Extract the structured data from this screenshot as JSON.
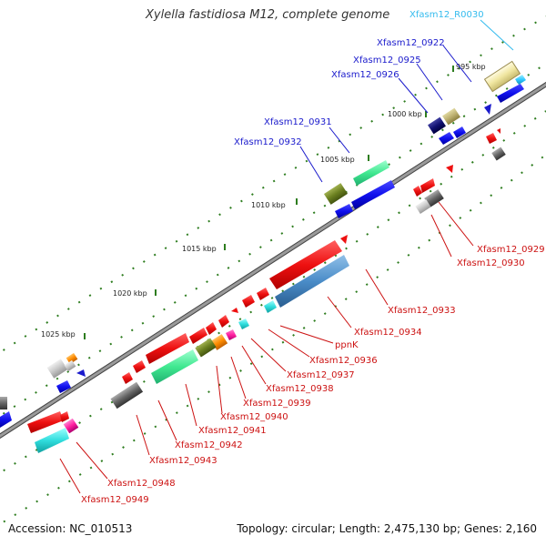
{
  "title": "Xylella fastidiosa M12, complete genome",
  "footer": {
    "accession": "Accession: NC_010513",
    "summary": "Topology: circular; Length: 2,475,130 bp; Genes: 2,160"
  },
  "colors": {
    "backbone": "#8a8a8a",
    "tick": "#2e7d1f",
    "forward_label": "#1a1acc",
    "reverse_label": "#cc1111",
    "rna_label": "#33bbee"
  },
  "scale_ticks": [
    {
      "label": "995 kbp"
    },
    {
      "label": "1000 kbp"
    },
    {
      "label": "1005 kbp"
    },
    {
      "label": "1010 kbp"
    },
    {
      "label": "1015 kbp"
    },
    {
      "label": "1020 kbp"
    },
    {
      "label": "1025 kbp"
    }
  ],
  "gene_labels": {
    "forward": [
      "Xfasm12_0922",
      "Xfasm12_0925",
      "Xfasm12_0926",
      "Xfasm12_0931",
      "Xfasm12_0932"
    ],
    "rna": [
      "Xfasm12_R0030"
    ],
    "reverse": [
      "Xfasm12_0929",
      "Xfasm12_0930",
      "Xfasm12_0933",
      "Xfasm12_0934",
      "ppnK",
      "Xfasm12_0936",
      "Xfasm12_0937",
      "Xfasm12_0938",
      "Xfasm12_0939",
      "Xfasm12_0940",
      "Xfasm12_0941",
      "Xfasm12_0942",
      "Xfasm12_0943",
      "Xfasm12_0948",
      "Xfasm12_0949"
    ]
  }
}
